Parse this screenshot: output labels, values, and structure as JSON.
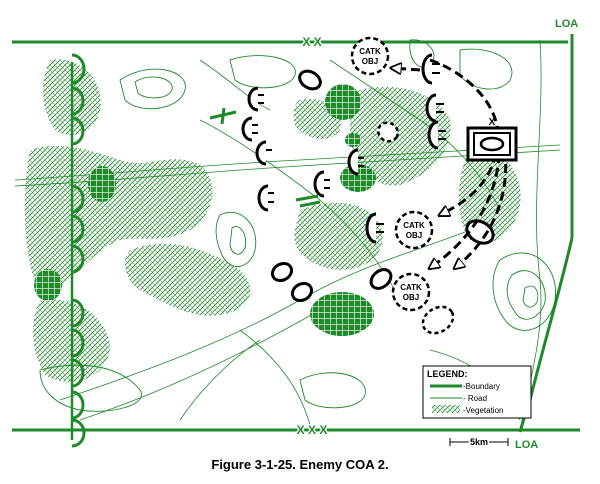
{
  "map": {
    "boundary_top_echelon": "X X",
    "boundary_bottom_echelon": "X X X",
    "loa_top": "LOA",
    "loa_bottom": "LOA",
    "catk_obj_labels": [
      {
        "line1": "CATK",
        "line2": "OBJ"
      },
      {
        "line1": "CATK",
        "line2": "OBJ"
      },
      {
        "line1": "CATK",
        "line2": "OBJ"
      }
    ],
    "hq_echelon": "X",
    "scale_label": "5km",
    "colors": {
      "terrain": "#1f8a2a",
      "units": "#000000",
      "background": "#ffffff"
    }
  },
  "legend": {
    "title": "LEGEND:",
    "items": [
      {
        "label": "-Boundary",
        "symbol": "boundary-line"
      },
      {
        "label": "- Road",
        "symbol": "road-line"
      },
      {
        "label": "-Vegetation",
        "symbol": "vegetation-pattern"
      }
    ]
  },
  "caption": "Figure 3-1-25.  Enemy COA 2."
}
